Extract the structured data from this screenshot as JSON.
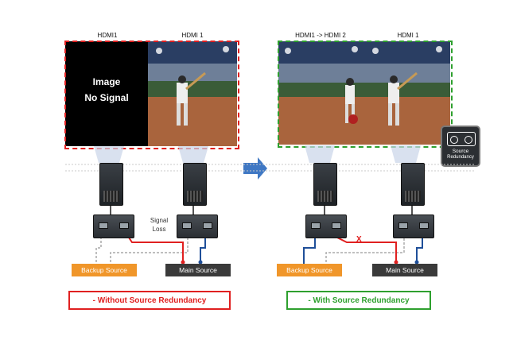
{
  "left": {
    "labels": {
      "screen1": "HDMI1",
      "screen2": "HDMI 1"
    },
    "no_signal": {
      "line1": "Image",
      "line2": "No Signal"
    },
    "annotation": {
      "line1": "Signal",
      "line2": "Loss"
    },
    "sources": {
      "backup": "Backup Source",
      "main": "Main Source"
    },
    "result": "- Without Source Redundancy"
  },
  "right": {
    "labels": {
      "screen1": "HDMI1 -> HDMI 2",
      "screen2": "HDMI 1"
    },
    "badge": {
      "line1": "Source",
      "line2": "Redundancy"
    },
    "x_mark": "X",
    "sources": {
      "backup": "Backup Source",
      "main": "Main Source"
    },
    "result": "- With Source Redundancy"
  },
  "colors": {
    "red": "#e02020",
    "green": "#2ea02e",
    "orange": "#f0962a",
    "dark": "#3a3a3a",
    "arrow": "#3f78c4",
    "cable_blue": "#1f4f99"
  },
  "icons": [
    "hdmi-port-icon",
    "source-redundancy-icon",
    "right-arrow-icon",
    "x-icon"
  ]
}
